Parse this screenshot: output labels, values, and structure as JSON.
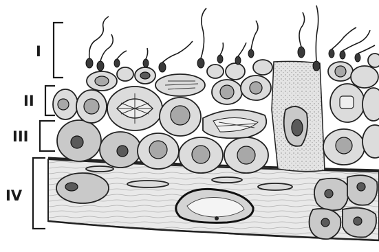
{
  "figure": {
    "layer_labels": [
      "I",
      "II",
      "III",
      "IV"
    ]
  }
}
